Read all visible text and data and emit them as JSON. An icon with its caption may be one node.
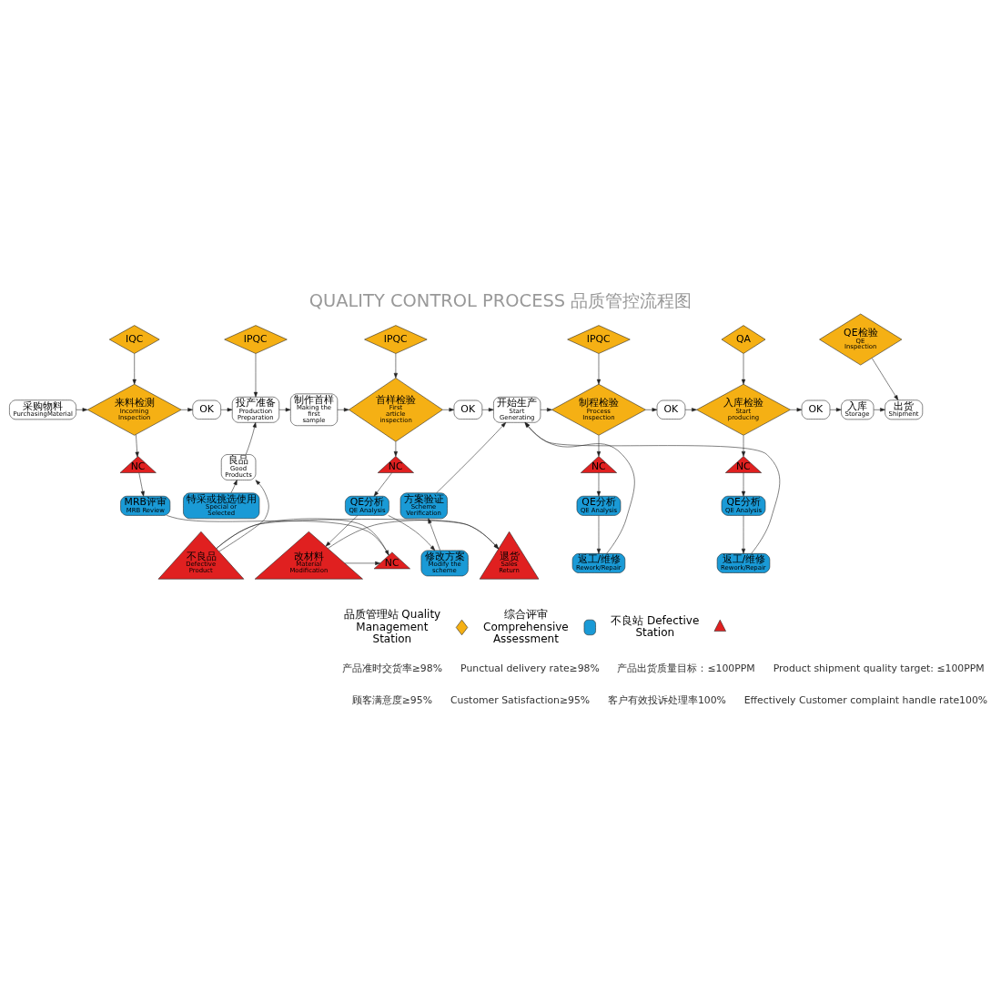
{
  "diagram": {
    "title": "QUALITY CONTROL PROCESS 品质管控流程图",
    "nodes": [
      {
        "text": [
          "IQC"
        ]
      },
      {
        "text": [
          "IPQC"
        ]
      },
      {
        "text": [
          "IPQC"
        ]
      },
      {
        "text": [
          "IPQC"
        ]
      },
      {
        "text": [
          "QA"
        ]
      },
      {
        "text": [
          "采购物料",
          "PurchasingMaterial"
        ]
      },
      {
        "text": [
          "来料检测",
          "Incoming Inspection"
        ]
      },
      {
        "text": [
          "OK"
        ]
      },
      {
        "text": [
          "投产准备",
          "Production Preparation"
        ]
      },
      {
        "text": [
          "制作首样",
          "Making the first sample"
        ]
      },
      {
        "text": [
          "首样检验",
          "First article inspection"
        ]
      },
      {
        "text": [
          "OK"
        ]
      },
      {
        "text": [
          "开始生产",
          "Start Generating"
        ]
      },
      {
        "text": [
          "制程检验",
          "Process Inspection"
        ]
      },
      {
        "text": [
          "OK"
        ]
      },
      {
        "text": [
          "入库检验",
          "Start producing"
        ]
      },
      {
        "text": [
          "OK"
        ]
      },
      {
        "text": [
          "入库",
          "Storage"
        ]
      },
      {
        "text": [
          "出货",
          "Shipment"
        ]
      },
      {
        "text": [
          "良品",
          "Good Products"
        ]
      },
      {
        "text": [
          "NC"
        ]
      },
      {
        "text": [
          "NC"
        ]
      },
      {
        "text": [
          "方案验证",
          "Scheme Verification"
        ]
      },
      {
        "text": [
          "NC"
        ]
      },
      {
        "text": [
          "NC"
        ]
      },
      {
        "text": [
          "MRB评审",
          "MRB Review"
        ]
      },
      {
        "text": [
          "特采或挑选使用",
          "Special or Selected"
        ]
      },
      {
        "text": [
          "QE分析",
          "QE Analysis"
        ]
      },
      {
        "text": [
          "修改方案",
          "Modify the scheme"
        ]
      },
      {
        "text": [
          "QE分析",
          "QE Analysis"
        ]
      },
      {
        "text": [
          "QE分析",
          "QE Analysis"
        ]
      },
      {
        "text": [
          "QE检验",
          "QE Inspection"
        ]
      },
      {
        "text": [
          "返工/维修",
          "Rework/Repair"
        ]
      },
      {
        "text": [
          "返工/维修",
          "Rework/Repair"
        ]
      },
      {
        "text": [
          "退货",
          "Sales Return"
        ]
      },
      {
        "text": [
          "NC"
        ]
      },
      {
        "text": [
          "不良品",
          "Defective Product"
        ]
      },
      {
        "text": [
          "改材料",
          "Material Modification"
        ]
      }
    ],
    "edges": [
      {
        "from": 0,
        "to": 6,
        "arrow": "to"
      },
      {
        "from": 1,
        "to": 8,
        "arrow": "to"
      },
      {
        "from": 2,
        "to": 10,
        "arrow": "to"
      },
      {
        "from": 3,
        "to": 13,
        "arrow": "to"
      },
      {
        "from": 4,
        "to": 15,
        "arrow": "to"
      },
      {
        "from": 5,
        "to": 6,
        "arrow": "to"
      },
      {
        "from": 6,
        "to": 7,
        "arrow": "to"
      },
      {
        "from": 7,
        "to": 8,
        "arrow": "to"
      },
      {
        "from": 8,
        "to": 9,
        "arrow": "to"
      },
      {
        "from": 9,
        "to": 10,
        "arrow": "to"
      },
      {
        "from": 10,
        "to": 11,
        "arrow": "to"
      },
      {
        "from": 11,
        "to": 12,
        "arrow": "to"
      },
      {
        "from": 12,
        "to": 13,
        "arrow": "to"
      },
      {
        "from": 13,
        "to": 14,
        "arrow": "to"
      },
      {
        "from": 14,
        "to": 15,
        "arrow": "to"
      },
      {
        "from": 15,
        "to": 16,
        "arrow": "to"
      },
      {
        "from": 16,
        "to": 17,
        "arrow": "to"
      },
      {
        "from": 17,
        "to": 18,
        "arrow": "to"
      },
      {
        "from": 6,
        "to": 20,
        "arrow": "to"
      },
      {
        "from": 20,
        "to": 25,
        "arrow": "to"
      },
      {
        "from": 25,
        "to": 35,
        "arrow": "none"
      },
      {
        "from": 19,
        "to": 8,
        "arrow": "to"
      },
      {
        "from": 26,
        "to": 19,
        "arrow": "to"
      },
      {
        "from": 36,
        "to": 19,
        "arrow": "to"
      },
      {
        "from": 36,
        "to": 34,
        "arrow": "to"
      },
      {
        "from": 36,
        "to": 35,
        "arrow": "to"
      },
      {
        "from": 37,
        "to": 34,
        "arrow": "to"
      },
      {
        "from": 37,
        "to": 35,
        "arrow": "to"
      },
      {
        "from": 10,
        "to": 21,
        "arrow": "to"
      },
      {
        "from": 21,
        "to": 27,
        "arrow": "to"
      },
      {
        "from": 27,
        "to": 28,
        "arrow": "to"
      },
      {
        "from": 28,
        "to": 22,
        "arrow": "to"
      },
      {
        "from": 22,
        "to": 12,
        "arrow": "to"
      },
      {
        "from": 27,
        "to": 37,
        "arrow": "to"
      },
      {
        "from": 13,
        "to": 23,
        "arrow": "to"
      },
      {
        "from": 23,
        "to": 29,
        "arrow": "to"
      },
      {
        "from": 29,
        "to": 32,
        "arrow": "to"
      },
      {
        "from": 15,
        "to": 24,
        "arrow": "to"
      },
      {
        "from": 24,
        "to": 30,
        "arrow": "to"
      },
      {
        "from": 30,
        "to": 33,
        "arrow": "to"
      },
      {
        "from": 32,
        "to": 12,
        "arrow": "to"
      },
      {
        "from": 33,
        "to": 12,
        "arrow": "to"
      },
      {
        "from": 31,
        "to": 18,
        "arrow": "to"
      }
    ],
    "labels": [
      "产品准时交货率≥98%",
      "Punctual delivery rate≥98%",
      "产品出货质量目标：≤100PPM",
      "Product shipment quality target: ≤100PPM",
      "顾客满意度≥95%",
      "Customer Satisfaction≥95%",
      "客户有效投诉处理率100%",
      "Effectively Customer complaint handle rate100%"
    ],
    "legend": [
      {
        "text": "品质管理站 Quality Management Station"
      },
      {
        "text": "综合评审 Comprehensive Assessment"
      },
      {
        "text": "不良站 Defective Station"
      }
    ]
  }
}
